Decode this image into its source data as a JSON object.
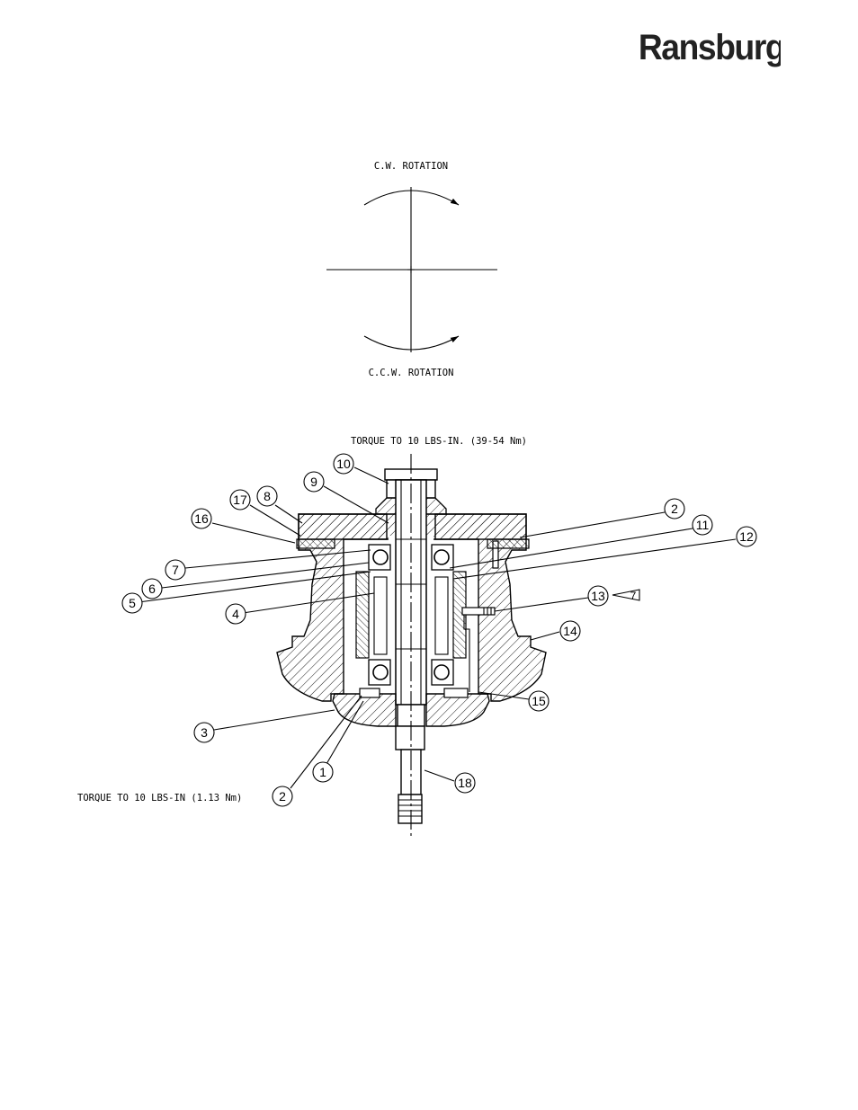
{
  "brand": {
    "logo_text": "Ransburg"
  },
  "rotation": {
    "cw_label": "C.W.  ROTATION",
    "ccw_label": "C.C.W.  ROTATION"
  },
  "notes": {
    "top_torque": "TORQUE TO 10 LBS-IN. (39-54 Nm)",
    "bottom_torque": "TORQUE TO 10 LBS-IN (1.13 Nm)"
  },
  "callouts": {
    "c10": "10",
    "c9": "9",
    "c17": "17",
    "c8": "8",
    "c16": "16",
    "c2a": "2",
    "c11": "11",
    "c12": "12",
    "c7": "7",
    "c6": "6",
    "c5": "5",
    "c4": "4",
    "c13": "13",
    "c13flag": "7",
    "c14": "14",
    "c15": "15",
    "c3": "3",
    "c1": "1",
    "c18": "18",
    "c2b": "2"
  }
}
